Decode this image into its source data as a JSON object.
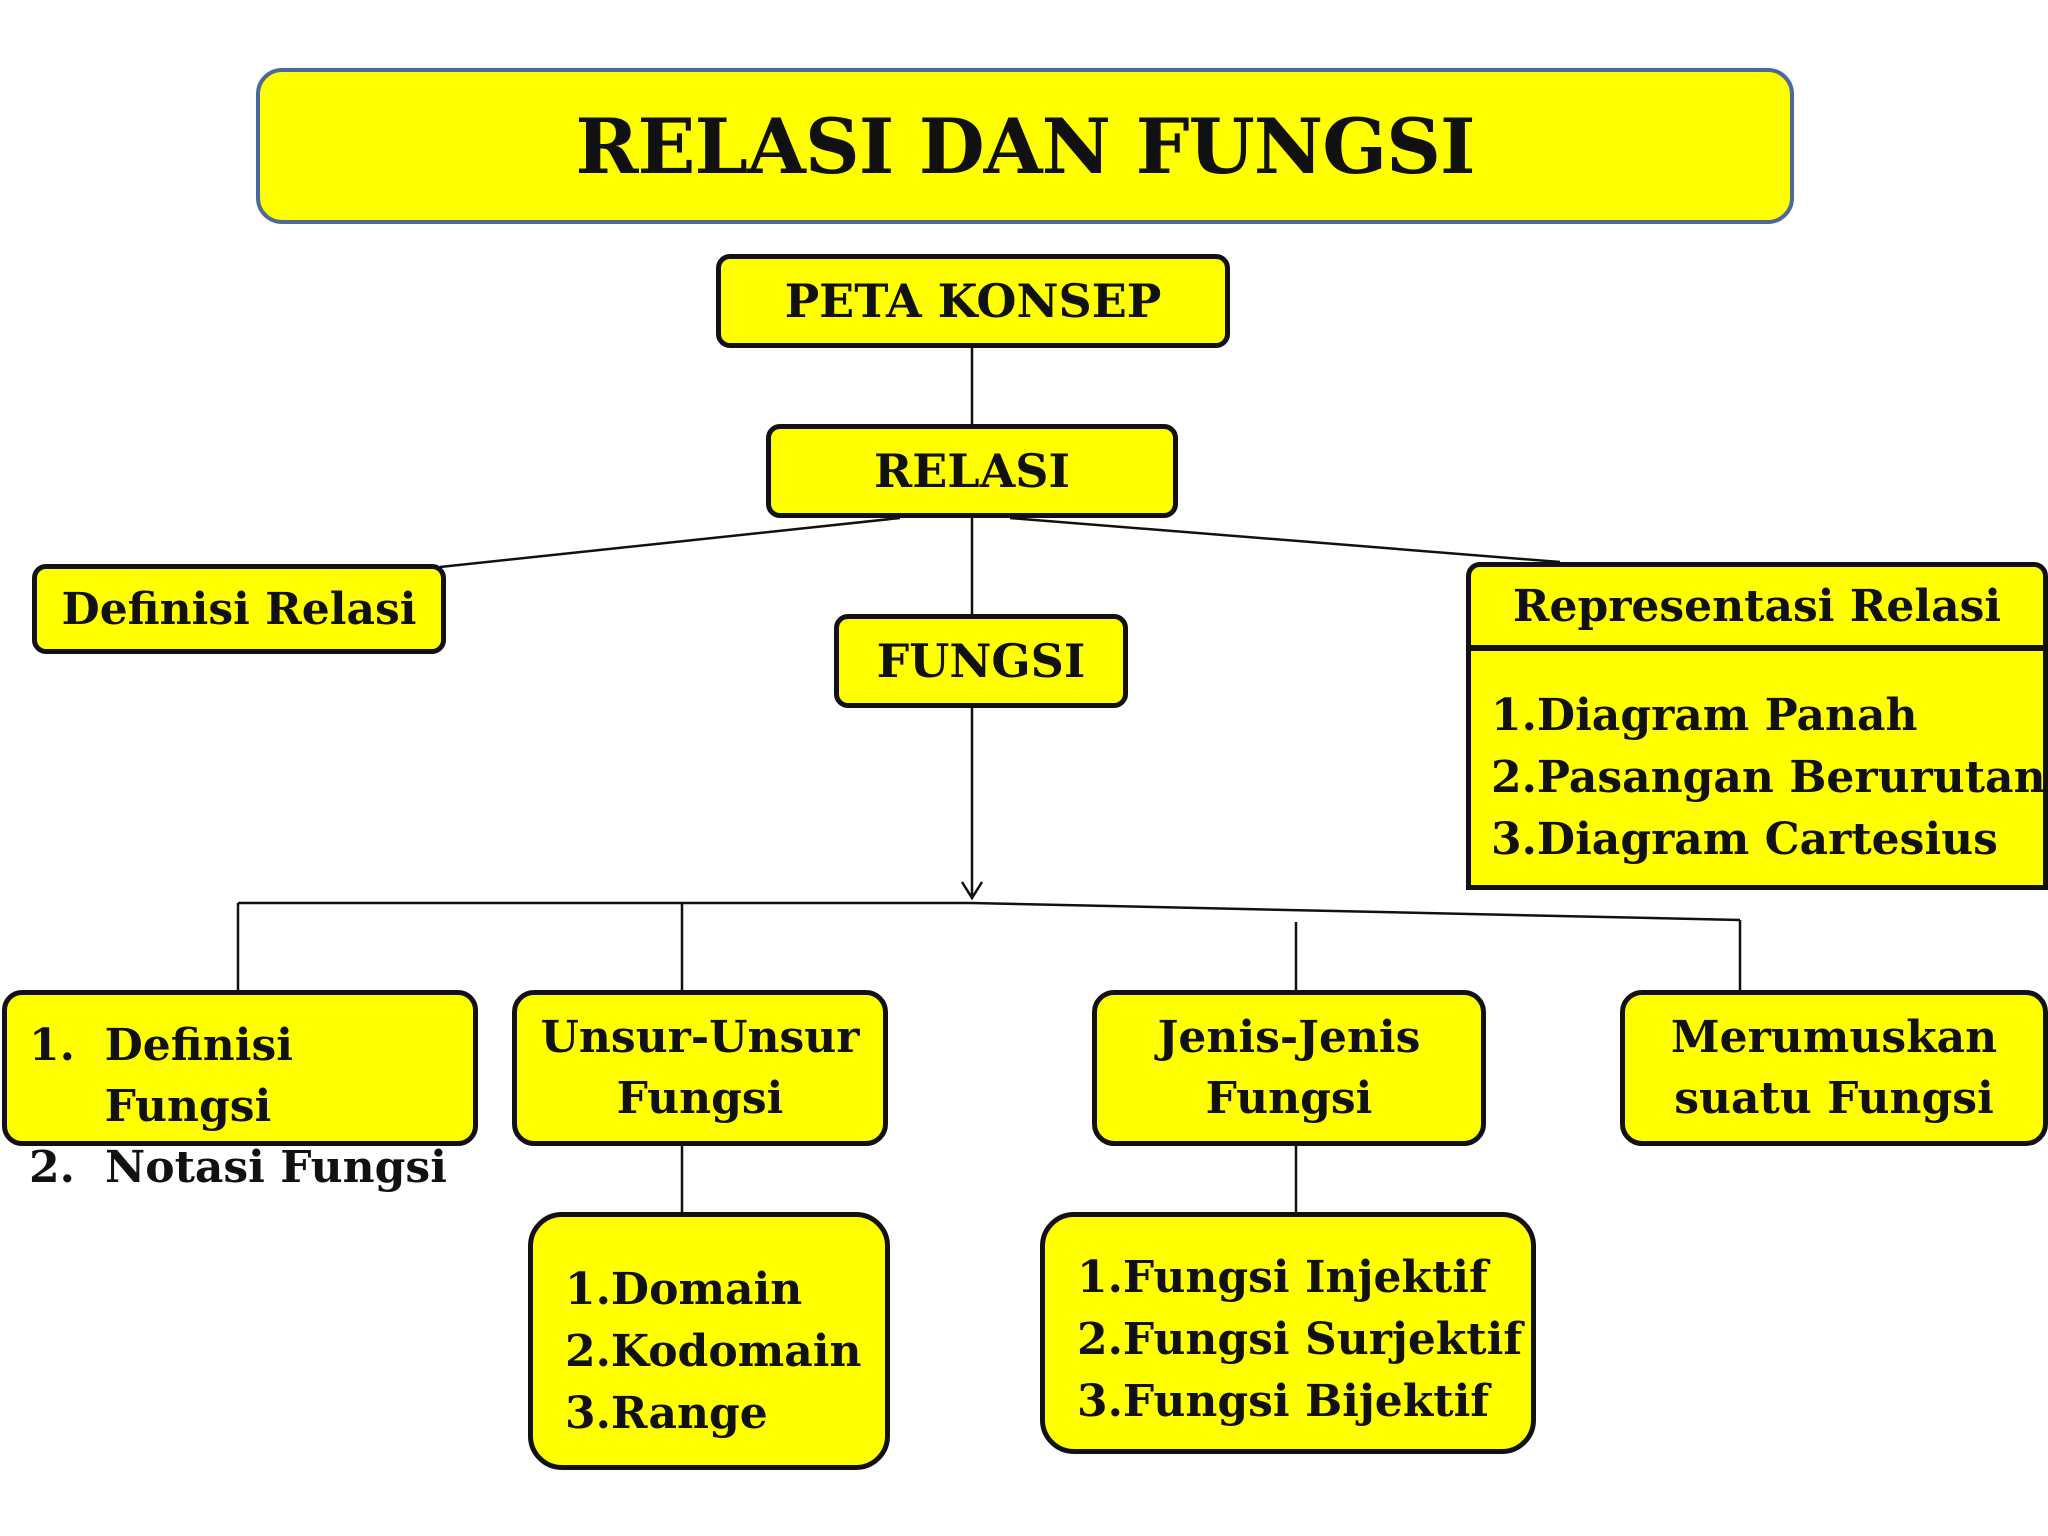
{
  "diagram": {
    "title": "RELASI DAN FUNGSI",
    "peta_konsep": "PETA KONSEP",
    "relasi": "RELASI",
    "definisi_relasi": "Definisi Relasi",
    "fungsi": "FUNGSI",
    "representasi": {
      "heading": "Representasi Relasi",
      "items": [
        "1.Diagram Panah",
        "2.Pasangan Berurutan",
        "3.Diagram Cartesius"
      ]
    },
    "definisi_fungsi": {
      "items": [
        {
          "num": "1.",
          "text": "Definisi Fungsi"
        },
        {
          "num": "2.",
          "text": "Notasi Fungsi"
        }
      ]
    },
    "unsur": {
      "lines": [
        "Unsur-Unsur",
        "Fungsi"
      ],
      "items": [
        "1.Domain",
        "2.Kodomain",
        "3.Range"
      ]
    },
    "jenis": {
      "lines": [
        "Jenis-Jenis",
        "Fungsi"
      ],
      "items": [
        "1.Fungsi Injektif",
        "2.Fungsi Surjektif",
        "3.Fungsi Bijektif"
      ]
    },
    "merumuskan": {
      "lines": [
        "Merumuskan",
        "suatu Fungsi"
      ]
    }
  },
  "colors": {
    "box_fill": "#ffff00",
    "box_border": "#111111",
    "title_border": "#4a6a9a",
    "line": "#111111"
  }
}
